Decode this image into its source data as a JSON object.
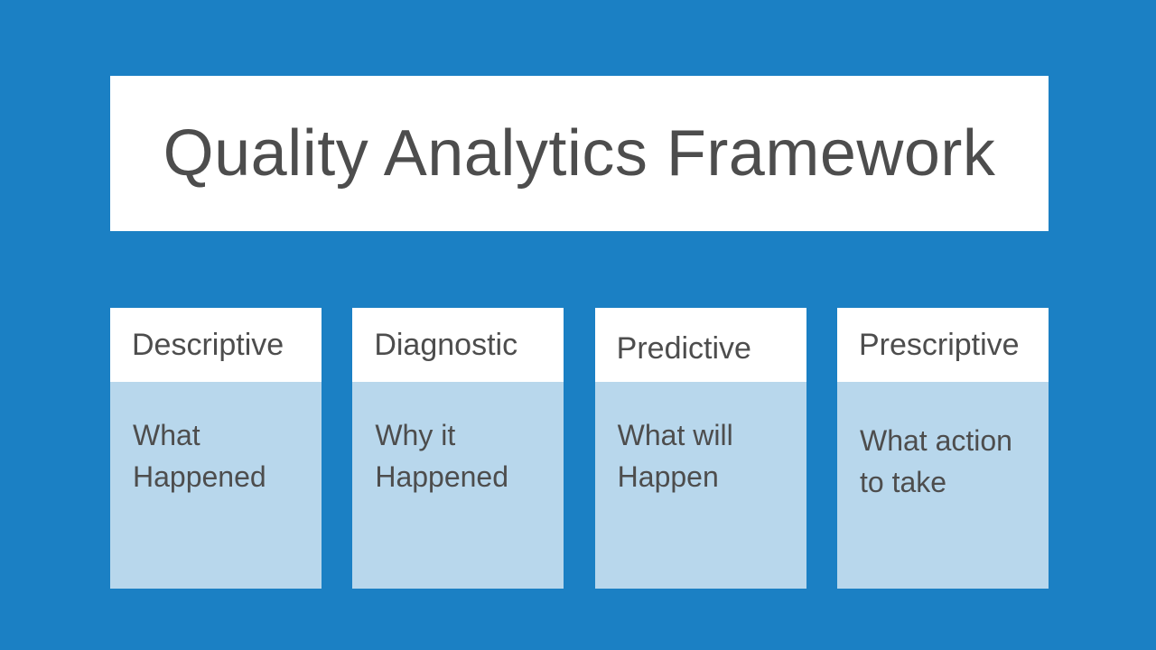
{
  "slide": {
    "title": "Quality Analytics Framework",
    "columns": [
      {
        "header": "Descriptive",
        "body": "What\nHappened"
      },
      {
        "header": "Diagnostic",
        "body": "Why it\nHappened"
      },
      {
        "header": "Predictive",
        "body": "What will\nHappen"
      },
      {
        "header": "Prescriptive",
        "body": "What action\nto take"
      }
    ],
    "colors": {
      "background": "#1b80c4",
      "card": "#ffffff",
      "column_body": "#b8d7ec",
      "text": "#4d4d4d"
    }
  }
}
